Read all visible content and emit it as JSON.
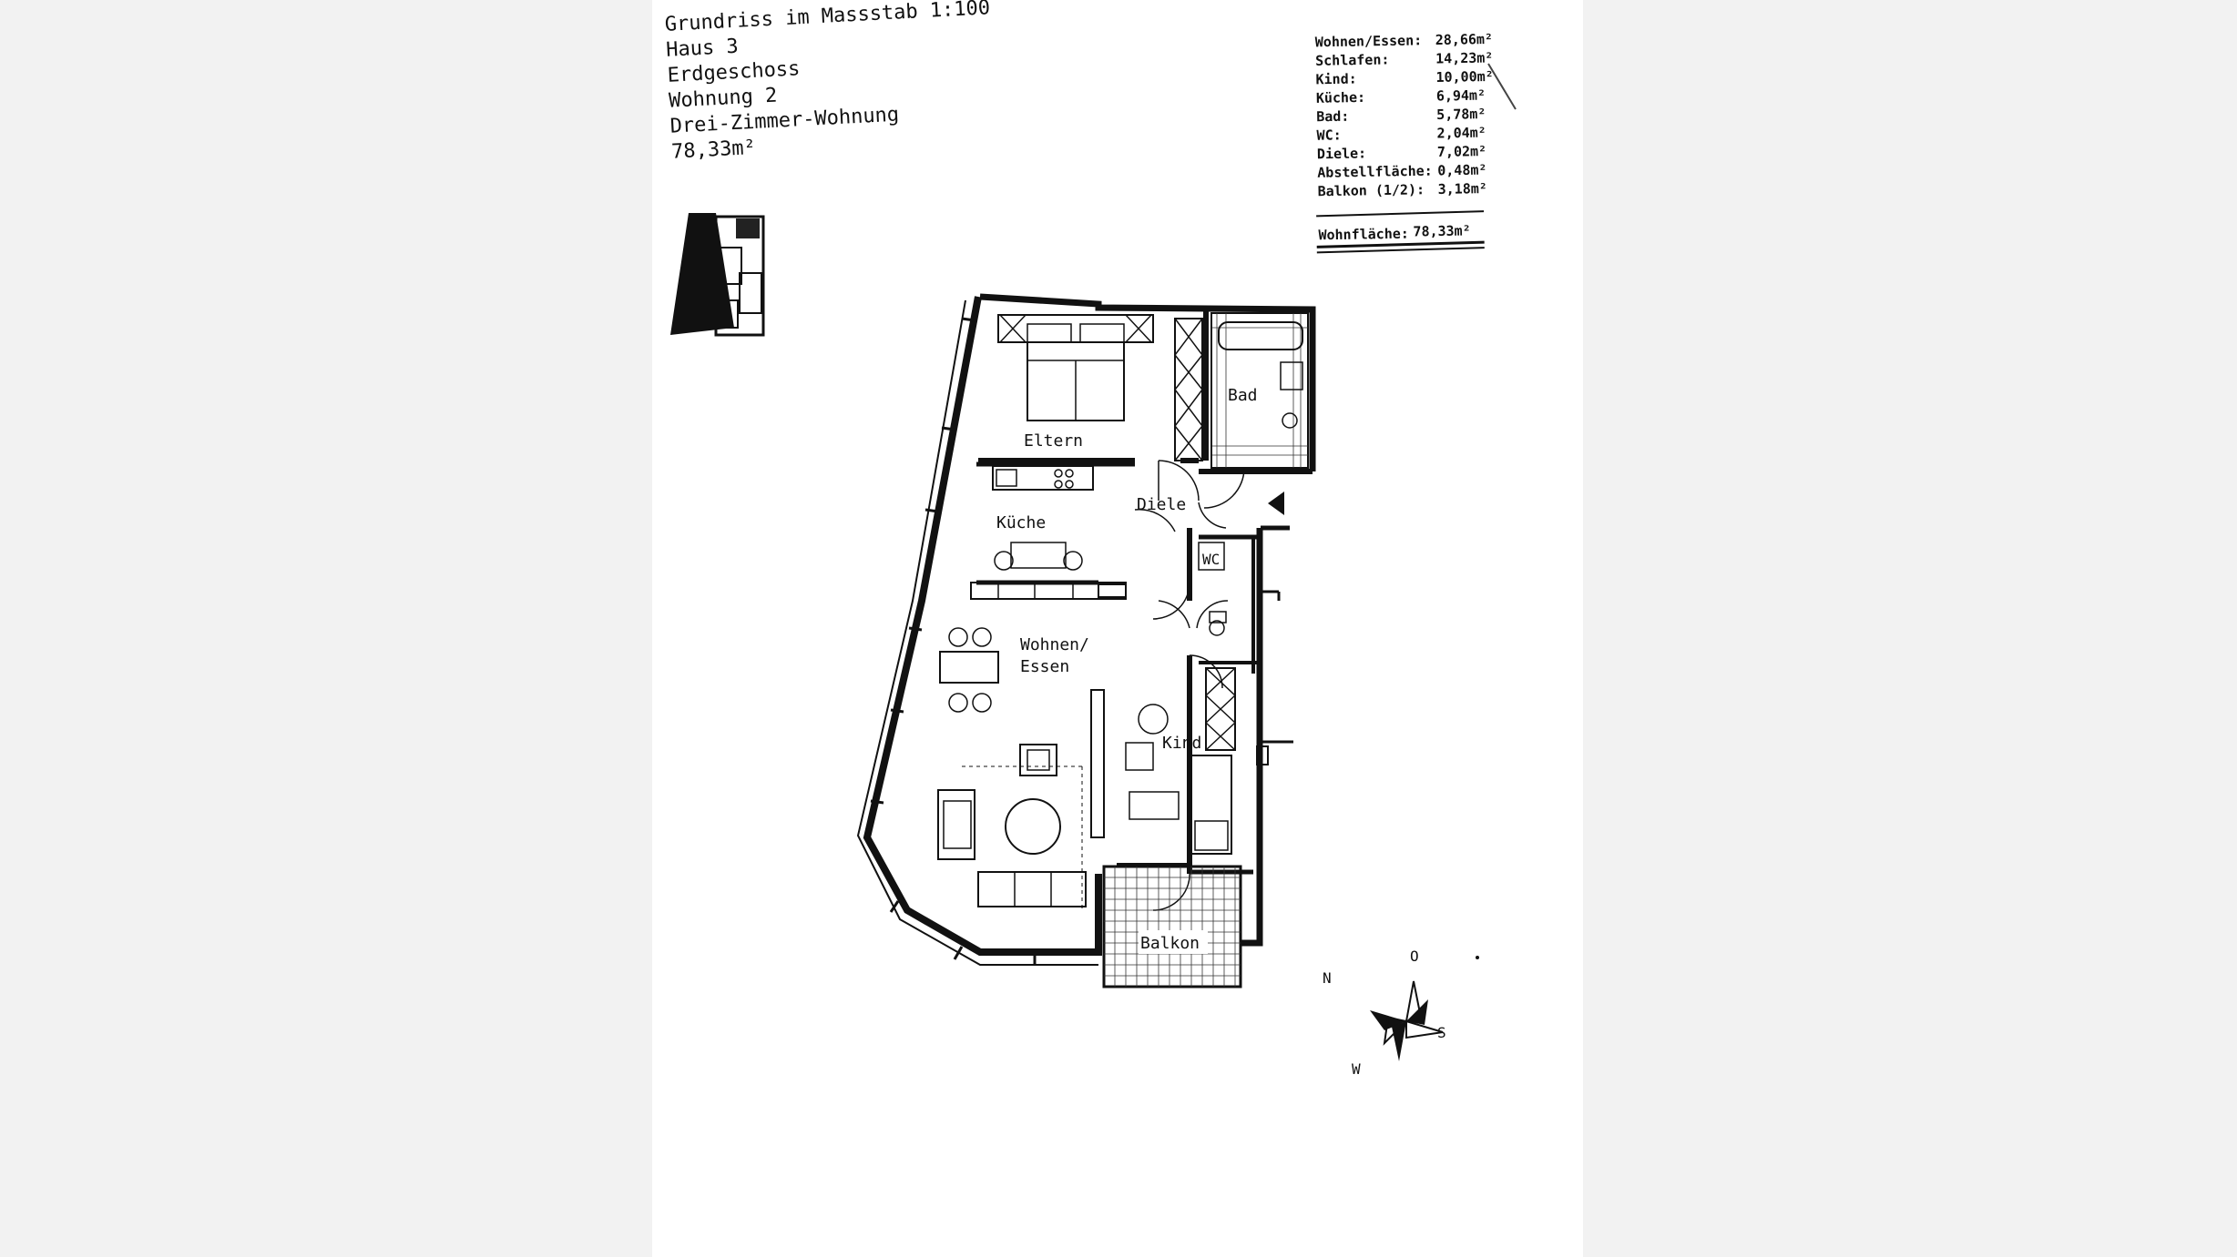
{
  "header": {
    "lines": [
      "Grundriss im Massstab 1:100",
      "Haus 3",
      "Erdgeschoss",
      "Wohnung 2",
      "Drei-Zimmer-Wohnung",
      "78,33m²"
    ]
  },
  "areas": {
    "rows": [
      {
        "label": "Wohnen/Essen:",
        "value": "28,66m²"
      },
      {
        "label": "Schlafen:",
        "value": "14,23m²"
      },
      {
        "label": "Kind:",
        "value": "10,00m²"
      },
      {
        "label": "Küche:",
        "value": "6,94m²"
      },
      {
        "label": "Bad:",
        "value": "5,78m²"
      },
      {
        "label": "WC:",
        "value": "2,04m²"
      },
      {
        "label": "Diele:",
        "value": "7,02m²"
      },
      {
        "label": "Abstellfläche:",
        "value": "0,48m²"
      },
      {
        "label": "Balkon (1/2):",
        "value": "3,18m²"
      }
    ],
    "total_label": "Wohnfläche:",
    "total_value": "78,33m²"
  },
  "rooms": {
    "eltern": "Eltern",
    "bad": "Bad",
    "diele": "Diele",
    "kueche": "Küche",
    "wc": "WC",
    "wohnen_line1": "Wohnen/",
    "wohnen_line2": "Essen",
    "kind": "Kind",
    "balkon": "Balkon"
  },
  "compass": {
    "n": "N",
    "o": "O",
    "s": "S",
    "w": "W"
  }
}
